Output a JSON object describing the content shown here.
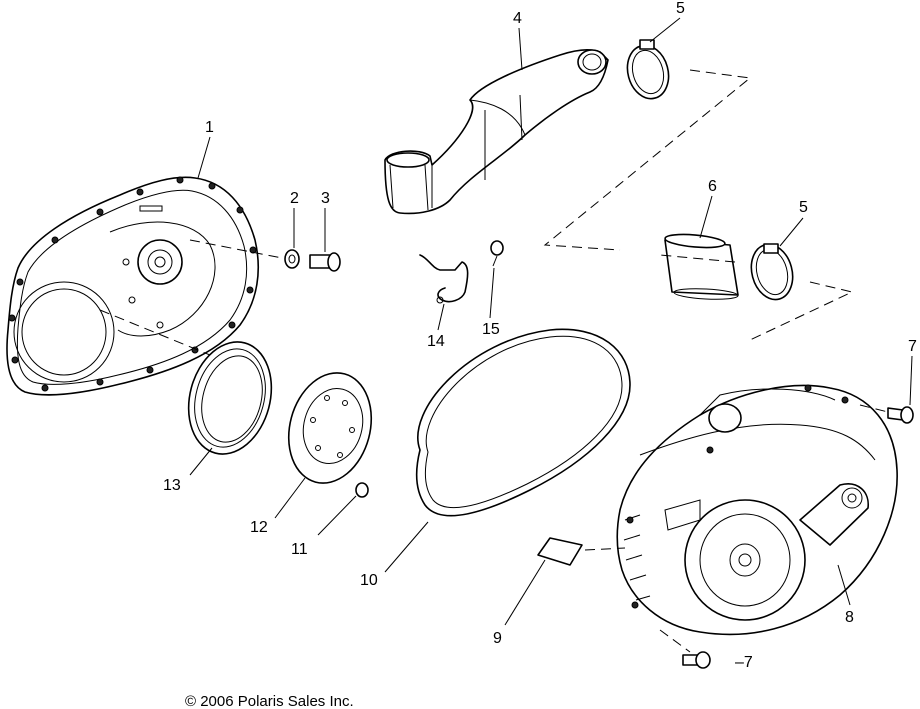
{
  "callouts": [
    {
      "key": "c1",
      "text": "1"
    },
    {
      "key": "c2",
      "text": "2"
    },
    {
      "key": "c3",
      "text": "3"
    },
    {
      "key": "c4",
      "text": "4"
    },
    {
      "key": "c5a",
      "text": "5"
    },
    {
      "key": "c5b",
      "text": "5"
    },
    {
      "key": "c6",
      "text": "6"
    },
    {
      "key": "c7a",
      "text": "7"
    },
    {
      "key": "c7b",
      "text": "–7"
    },
    {
      "key": "c8",
      "text": "8"
    },
    {
      "key": "c9",
      "text": "9"
    },
    {
      "key": "c10",
      "text": "10"
    },
    {
      "key": "c11",
      "text": "11"
    },
    {
      "key": "c12",
      "text": "12"
    },
    {
      "key": "c13",
      "text": "13"
    },
    {
      "key": "c14",
      "text": "14"
    },
    {
      "key": "c15",
      "text": "15"
    }
  ],
  "copyright": "© 2006 Polaris Sales Inc."
}
